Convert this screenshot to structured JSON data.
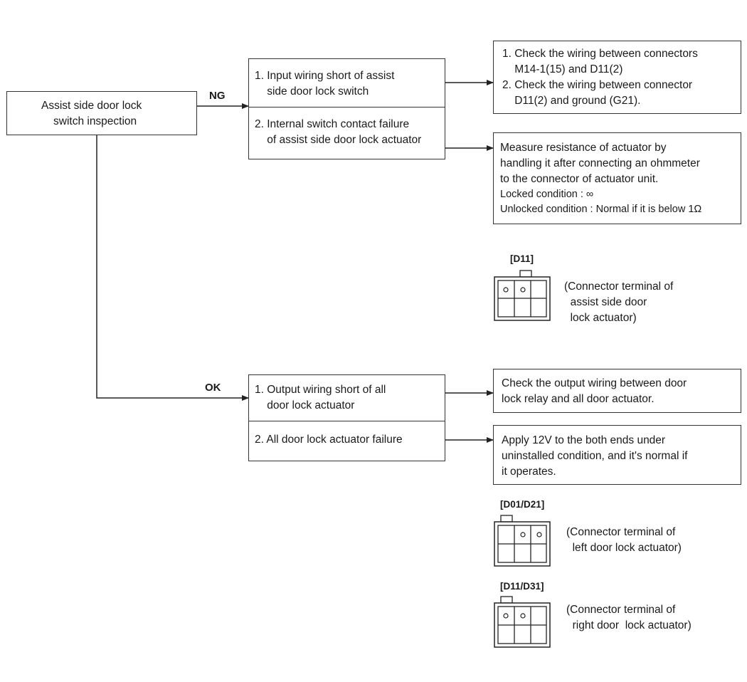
{
  "start": {
    "lines": [
      "Assist side door lock",
      "switch inspection"
    ]
  },
  "branches": {
    "ng": "NG",
    "ok": "OK"
  },
  "ng_causes": [
    {
      "lines": [
        "1. Input wiring short of assist",
        "    side door lock switch"
      ]
    },
    {
      "lines": [
        "2. Internal switch contact failure",
        "    of assist side door lock actuator"
      ]
    }
  ],
  "ng_actions": [
    {
      "lines": [
        "1. Check the wiring between connectors",
        "    M14-1(15) and D11(2)",
        "2. Check the wiring between connector",
        "    D11(2) and ground (G21)."
      ]
    },
    {
      "lines": [
        "Measure resistance of actuator by",
        "handling it after connecting an ohmmeter",
        "to the connector of actuator unit.",
        "Locked condition : ∞",
        "Unlocked condition : Normal if it is below 1Ω"
      ]
    }
  ],
  "ok_causes": [
    {
      "lines": [
        "1. Output wiring short of all",
        "    door lock actuator"
      ]
    },
    {
      "lines": [
        "2. All door lock actuator failure"
      ]
    }
  ],
  "ok_actions": [
    {
      "lines": [
        "Check the output wiring between door",
        "lock relay and all door actuator."
      ]
    },
    {
      "lines": [
        "Apply 12V to the both ends under",
        "uninstalled condition, and it's normal if",
        "it operates."
      ]
    }
  ],
  "connectors": [
    {
      "label": "[D11]",
      "lines": [
        "(Connector terminal of",
        "  assist side door",
        "  lock actuator)"
      ],
      "pins": [
        1,
        2
      ]
    },
    {
      "label": "[D01/D21]",
      "lines": [
        "(Connector terminal of",
        "  left door lock actuator)"
      ],
      "pins": [
        2,
        3
      ]
    },
    {
      "label": "[D11/D31]",
      "lines": [
        "(Connector terminal of",
        "  right door  lock actuator)"
      ],
      "pins": [
        1,
        2
      ]
    }
  ]
}
